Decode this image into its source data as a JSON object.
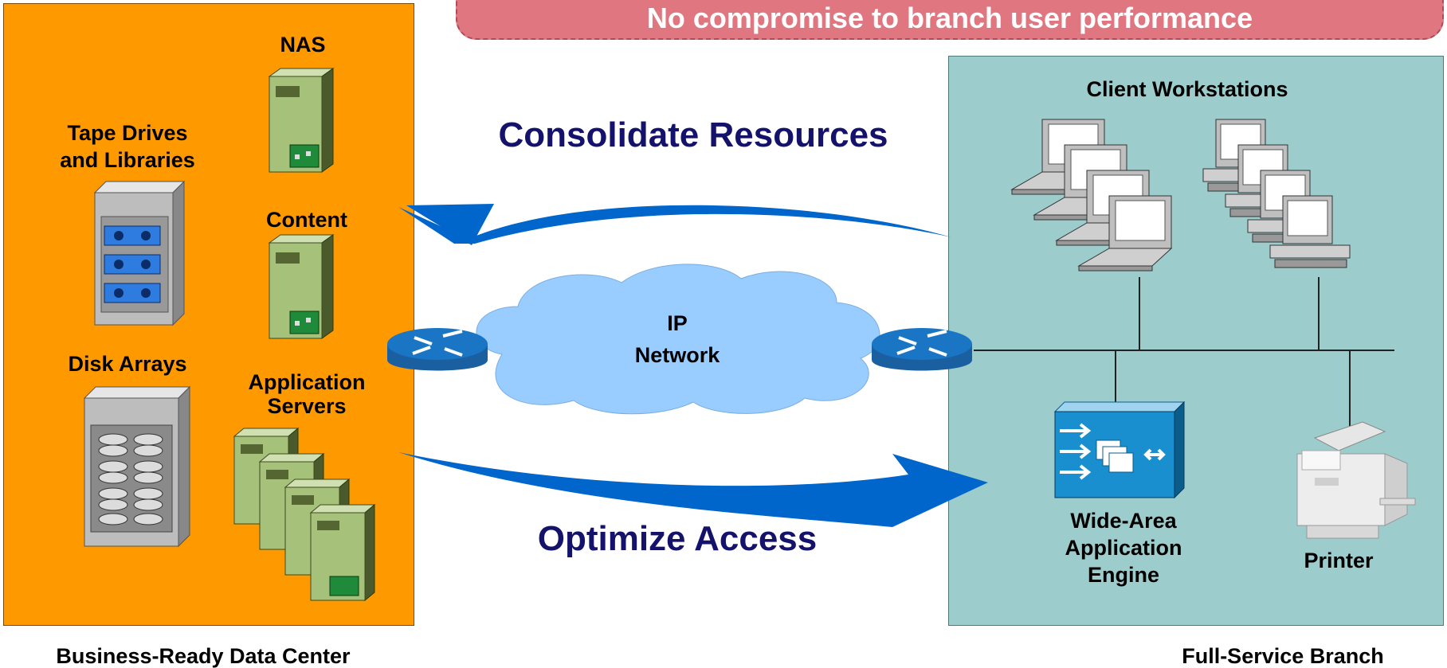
{
  "banner": {
    "text": "No compromise to branch user performance"
  },
  "data_center": {
    "caption": "Business-Ready Data Center",
    "nas_label": "NAS",
    "tape_label_line1": "Tape Drives",
    "tape_label_line2": "and Libraries",
    "content_label": "Content",
    "disk_label": "Disk Arrays",
    "app_label_line1": "Application",
    "app_label_line2": "Servers"
  },
  "network": {
    "cloud_label_line1": "IP",
    "cloud_label_line2": "Network",
    "consolidate_label": "Consolidate Resources",
    "optimize_label": "Optimize Access"
  },
  "branch": {
    "caption": "Full-Service Branch",
    "clients_label": "Client Workstations",
    "waae_line1": "Wide-Area",
    "waae_line2": "Application",
    "waae_line3": "Engine",
    "printer_label": "Printer"
  },
  "colors": {
    "dc_panel": "#ff9900",
    "branch_panel": "#9ccccc",
    "arrow": "#0066cc",
    "cloud": "#99ccff",
    "router": "#1a75c4",
    "server": "#a6c27a",
    "banner": "#e07680",
    "title_text": "#14126b"
  },
  "icons": [
    "server-icon",
    "tape-library-icon",
    "disk-array-icon",
    "router-icon",
    "cloud-icon",
    "laptop-icon",
    "desktop-icon",
    "waae-icon",
    "printer-icon",
    "arrow-icon"
  ]
}
